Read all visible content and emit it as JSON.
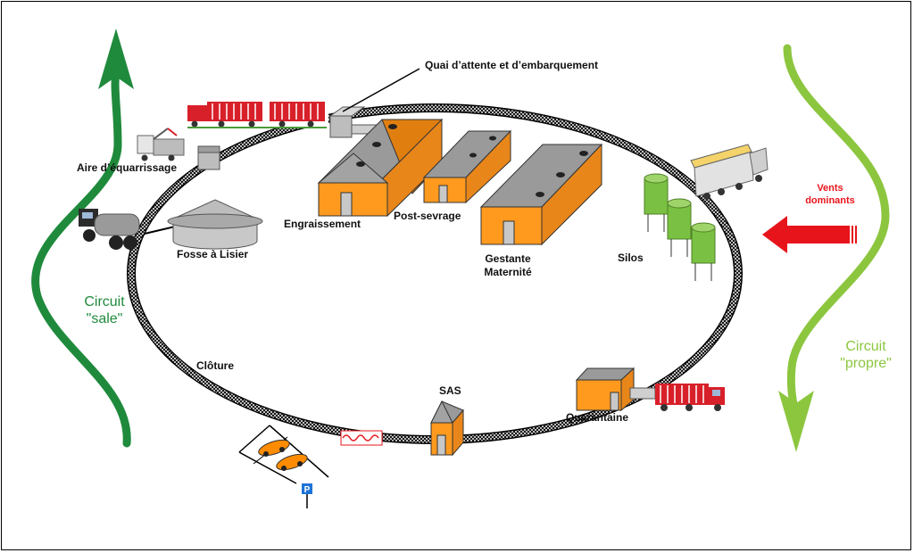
{
  "labels": {
    "quai": "Quai d’attente et d’embarquement",
    "equarrissage": "Aire d’équarrissage",
    "engraissement": "Engraissement",
    "post_sevrage": "Post-sevrage",
    "gestante_line1": "Gestante",
    "gestante_line2": "Maternité",
    "fosse": "Fosse à Lisier",
    "silos": "Silos",
    "vents_line1": "Vents",
    "vents_line2": "dominants",
    "circuit_sale_line1": "Circuit",
    "circuit_sale_line2": "\"sale\"",
    "circuit_propre_line1": "Circuit",
    "circuit_propre_line2": "\"propre\"",
    "cloture": "Clôture",
    "sas": "SAS",
    "quarantaine": "Quarantaine",
    "parking": "P"
  },
  "colors": {
    "dirty_circuit": "#1f8a3c",
    "clean_circuit": "#8cc63f",
    "wind": "#e8141b",
    "building_wall": "#ff9a1f",
    "building_roof": "#8a8a8a",
    "silo": "#7ac143",
    "truck_red": "#d8202a"
  }
}
